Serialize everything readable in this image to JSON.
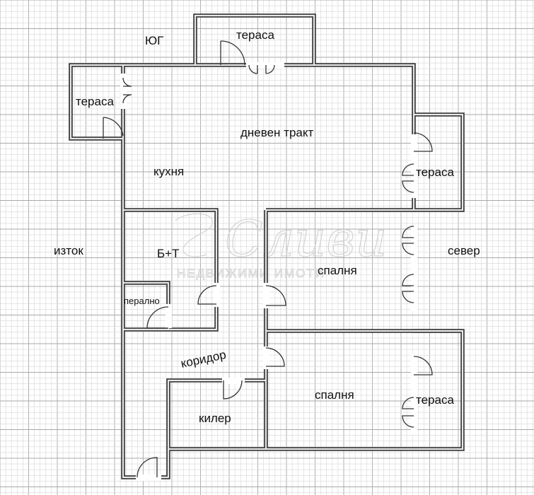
{
  "directions": {
    "south": "ЮГ",
    "east": "изток",
    "north": "север"
  },
  "rooms": {
    "terrace_top": "тераса",
    "terrace_left": "тераса",
    "terrace_right_top": "тераса",
    "terrace_right_bottom": "тераса",
    "living": "дневен тракт",
    "kitchen": "кухня",
    "bathroom": "Б+Т",
    "laundry": "перално",
    "bedroom_top": "спалня",
    "bedroom_bottom": "спалня",
    "corridor": "коридор",
    "storage": "килер"
  },
  "watermark": {
    "logo_text": "Сливи",
    "tagline": "НЕДВИЖИМИ ИМОТИ"
  }
}
